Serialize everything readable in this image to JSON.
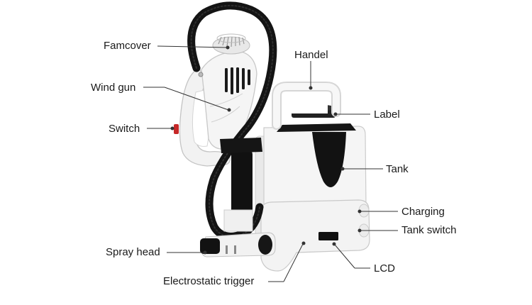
{
  "labels": {
    "famcover": "Famcover",
    "wind_gun": "Wind gun",
    "switch": "Switch",
    "spray_head": "Spray head",
    "electrostatic_trigger": "Electrostatic trigger",
    "handel": "Handel",
    "label": "Label",
    "tank": "Tank",
    "charging": "Charging",
    "tank_switch": "Tank switch",
    "lcd": "LCD"
  },
  "colors": {
    "body": "#f4f4f4",
    "outline": "#c8c8c8",
    "hose": "#141414",
    "leader": "#333333",
    "switch_accent": "#c62828"
  },
  "icons": [
    "sprayer-device-illustration"
  ]
}
